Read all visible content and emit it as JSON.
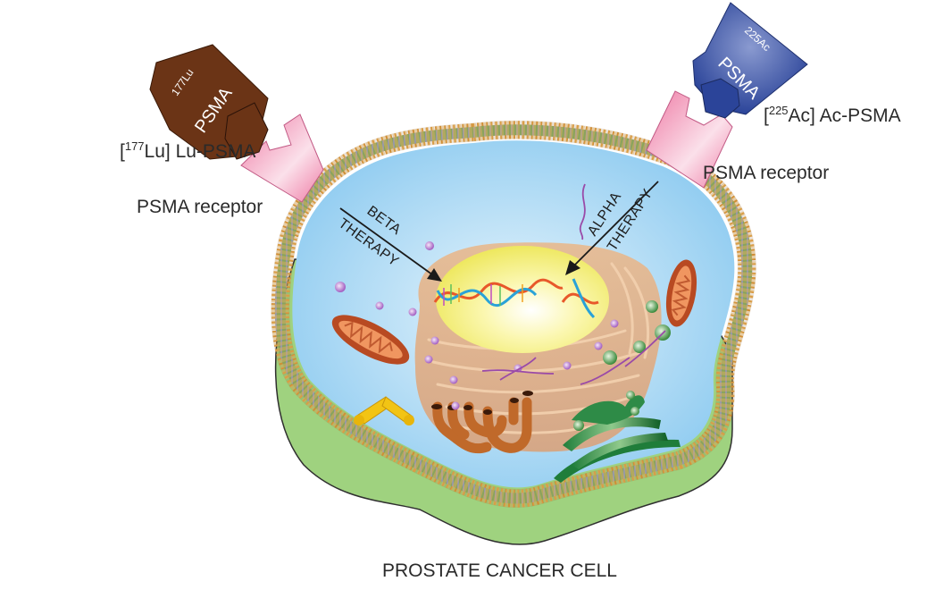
{
  "diagram": {
    "title": "PROSTATE CANCER CELL",
    "left_agent": {
      "label_prefix": "[",
      "isotope_mass": "177",
      "label_suffix": "Lu] Lu-PSMA",
      "ligand_isotope": "177Lu",
      "ligand_name": "PSMA",
      "color": "#6b3416"
    },
    "right_agent": {
      "label_prefix": "[",
      "isotope_mass": "225",
      "label_suffix": "Ac] Ac-PSMA",
      "ligand_isotope": "225Ac",
      "ligand_name": "PSMA",
      "color": "#2e4a9e"
    },
    "receptor_left_label": "PSMA receptor",
    "receptor_right_label": "PSMA receptor",
    "receptor_color": "#f08db0",
    "beta_arrow": {
      "line1": "BETA",
      "line2": "THERAPY"
    },
    "alpha_arrow": {
      "line1": "ALPHA",
      "line2": "THERAPY"
    },
    "colors": {
      "cytoplasm": "#a9d6f2",
      "extracellular_matrix": "#9fd27f",
      "nucleus": "#f4f08a",
      "membrane_head": "#f5b04a",
      "mitochondria": "#c8582a",
      "golgi": "#2e8b47",
      "er": "#d98a4f"
    }
  }
}
